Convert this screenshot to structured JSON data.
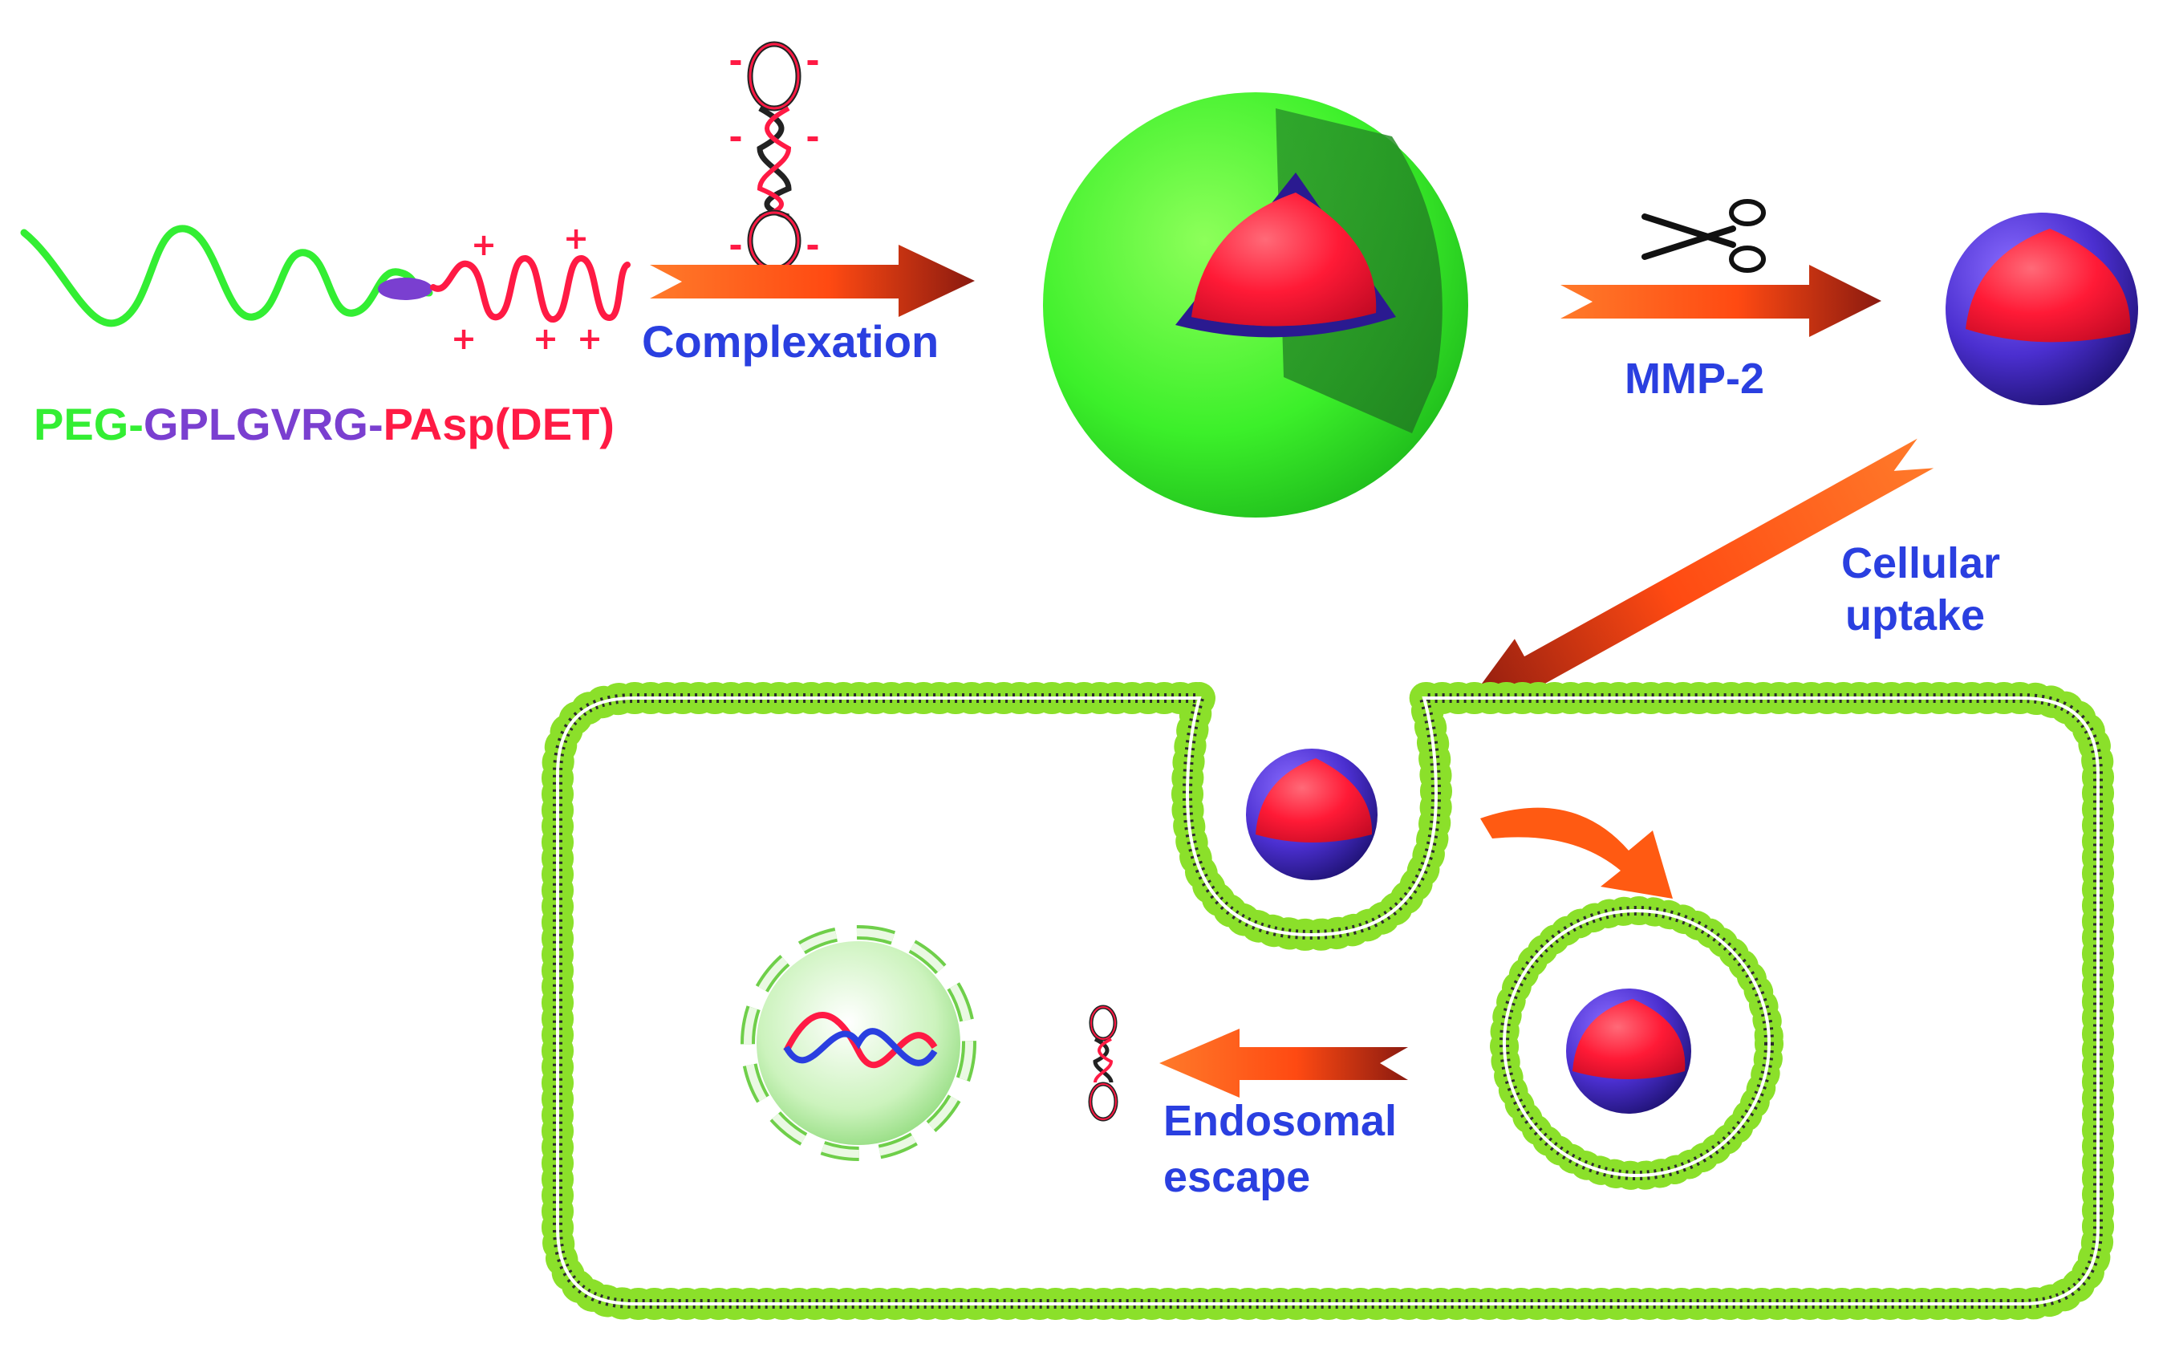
{
  "polymer_label": {
    "peg": "PEG-",
    "peptide": "GPLGVRG-",
    "pasp": "PAsp(DET)"
  },
  "steps": {
    "complexation": "Complexation",
    "mmp2": "MMP-2",
    "cellular_uptake_line1": "Cellular",
    "cellular_uptake_line2": "uptake",
    "endosomal_escape_line1": "Endosomal",
    "endosomal_escape_line2": "escape"
  },
  "charges": {
    "positive": "+",
    "negative": "-"
  },
  "colors": {
    "peg_green": "#33ee33",
    "peptide_purple": "#7a3fd0",
    "pasp_red": "#ff1a44",
    "label_blue": "#2a3fe0",
    "core_red": "#ff1f3a",
    "shell_purple": "#5a3fd8",
    "membrane_green": "#8be02a",
    "arrow_orange": "#ff6a1a",
    "arrow_dark": "#8a1a10"
  }
}
